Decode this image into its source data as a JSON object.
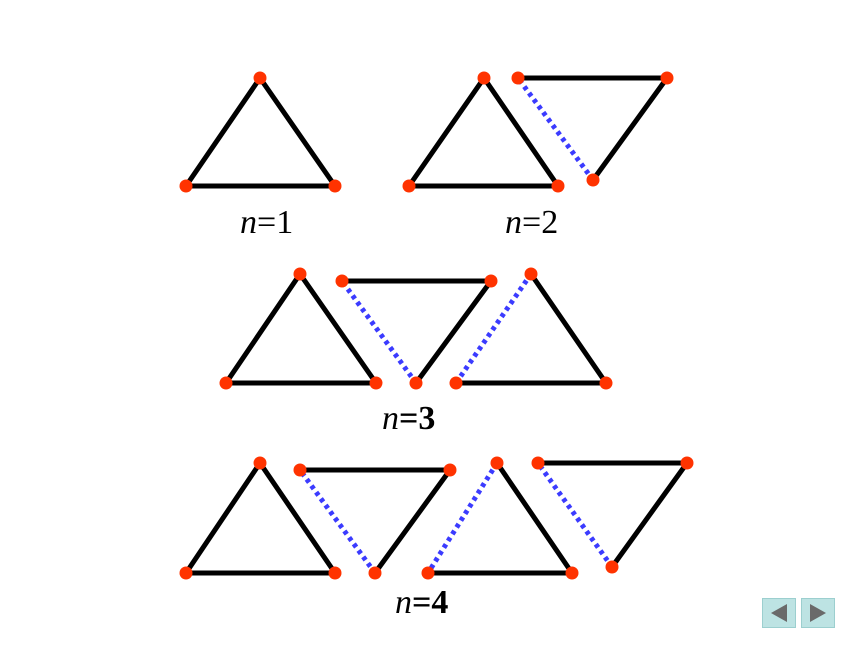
{
  "colors": {
    "edge": "#000000",
    "dashed_edge": "#3b3bff",
    "vertex": "#ff3300",
    "nav_bg": "#bde3e3",
    "nav_arrow": "#6a6a6a"
  },
  "labels": [
    {
      "var": "n",
      "eq": "=",
      "num": "1"
    },
    {
      "var": "n",
      "eq": "=",
      "num": "2"
    },
    {
      "var": "n",
      "eq": "=",
      "num": "3"
    },
    {
      "var": "n",
      "eq": "=",
      "num": "4"
    }
  ],
  "figures": [
    {
      "triangles": [
        "up"
      ]
    },
    {
      "triangles": [
        "up",
        "down"
      ]
    },
    {
      "triangles": [
        "up",
        "down",
        "up"
      ]
    },
    {
      "triangles": [
        "up",
        "down",
        "up",
        "down"
      ]
    }
  ],
  "nav": {
    "prev_icon": "left-triangle-arrow-icon",
    "next_icon": "right-triangle-arrow-icon"
  }
}
